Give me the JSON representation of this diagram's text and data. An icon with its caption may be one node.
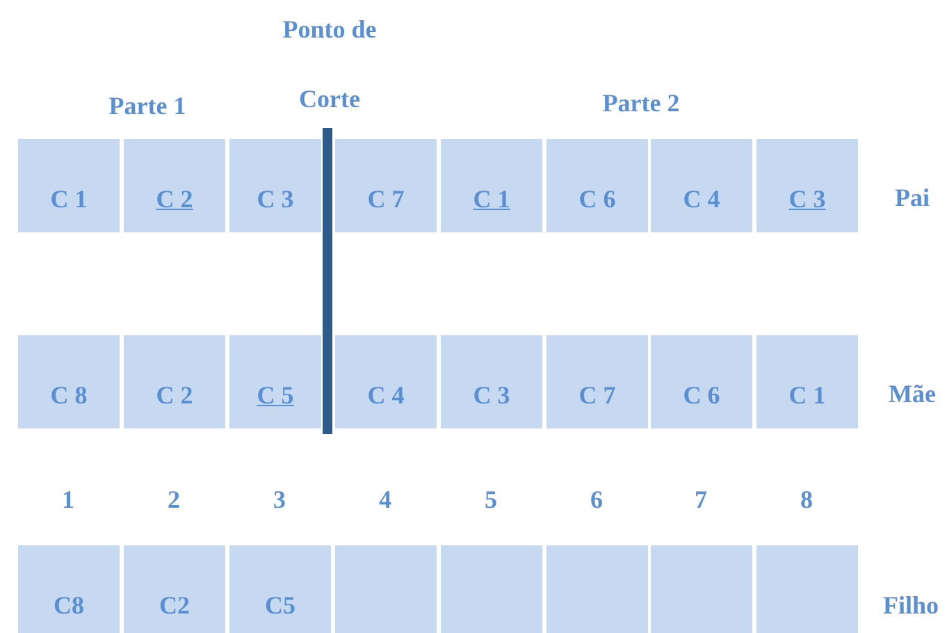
{
  "diagram": {
    "nodes": [
      {
        "text": [
          "C 1"
        ]
      },
      {
        "text": [
          "C 2"
        ]
      },
      {
        "text": [
          "C 3"
        ]
      },
      {
        "text": [
          "C 7"
        ]
      },
      {
        "text": [
          "C 1"
        ]
      },
      {
        "text": [
          "C 6"
        ]
      },
      {
        "text": [
          "C 4"
        ]
      },
      {
        "text": [
          "C 3"
        ]
      },
      {
        "text": [
          "C 8"
        ]
      },
      {
        "text": [
          "C 2"
        ]
      },
      {
        "text": [
          "C 5"
        ]
      },
      {
        "text": [
          "C 4"
        ]
      },
      {
        "text": [
          "C 3"
        ]
      },
      {
        "text": [
          "C 7"
        ]
      },
      {
        "text": [
          "C 6"
        ]
      },
      {
        "text": [
          "C 1"
        ]
      },
      {
        "text": [
          "C8"
        ]
      },
      {
        "text": [
          "C2"
        ]
      },
      {
        "text": [
          "C5"
        ]
      },
      {
        "text": [],
        "shape": "box"
      },
      {
        "text": [],
        "shape": "box"
      },
      {
        "text": [],
        "shape": "box"
      },
      {
        "text": [],
        "shape": "box"
      },
      {
        "text": [],
        "shape": "box"
      }
    ],
    "edges": [],
    "labels": [
      "Ponto de Corte",
      "Parte 1",
      "Parte 2",
      "Pai",
      "Mãe",
      "1",
      "2",
      "3",
      "4",
      "5",
      "6",
      "7",
      "8",
      "Filho"
    ]
  }
}
